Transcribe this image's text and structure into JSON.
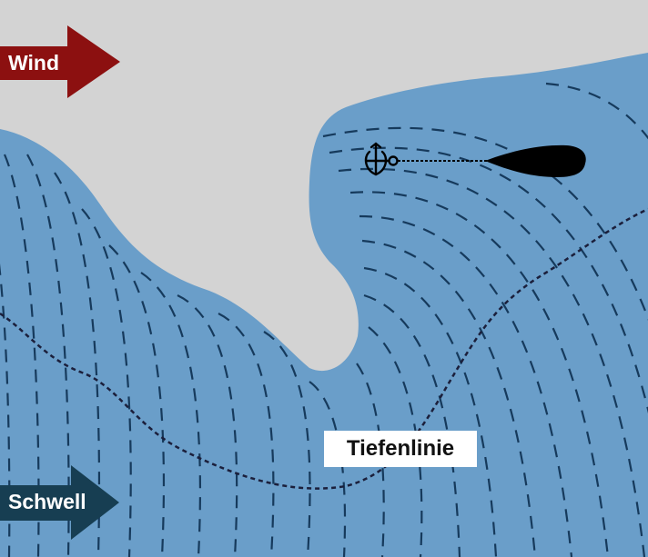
{
  "labels": {
    "wind": "Wind",
    "swell": "Schwell",
    "depth_line": "Tiefenlinie"
  },
  "colors": {
    "land": "#d3d3d3",
    "water": "#6a9ec9",
    "wave_lines": "#163a5c",
    "depth_line": "#1b1f3b",
    "wind_arrow": "#8c1010",
    "swell_arrow": "#173e52",
    "boat": "#000000",
    "label_box": "#ffffff"
  },
  "icons": {
    "anchor": "anchor-icon",
    "boat": "boat-icon"
  }
}
